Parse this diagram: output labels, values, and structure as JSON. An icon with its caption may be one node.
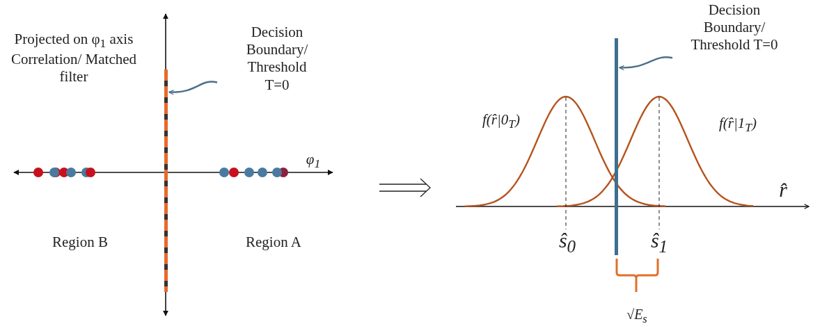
{
  "diagram": {
    "nodes": [
      {
        "text": [
          "Decision Boundary/ Threshold T=0"
        ]
      },
      {
        "text": [],
        "shape": "bar"
      },
      {
        "text": [
          "Decision Boundary/ Threshold T=0"
        ]
      },
      {
        "text": [],
        "shape": "bar"
      }
    ],
    "edges": [
      {
        "from": 0,
        "to": 1,
        "arrow": "to",
        "color": "#4a7088"
      },
      {
        "from": 2,
        "to": 3,
        "arrow": "to",
        "color": "#4a7088"
      }
    ],
    "labels": [
      "Projected on φ$_{1}$ axis Correlation/ Matched filter",
      "φ$_{1}$",
      "Region B",
      "Region A",
      "f(r̂|0$_{T}$)",
      "f(r̂|1$_{T}$)",
      "r̂",
      "ŝ$_{0}$",
      "ŝ$_{1}$",
      "√E$_{s}$"
    ]
  }
}
